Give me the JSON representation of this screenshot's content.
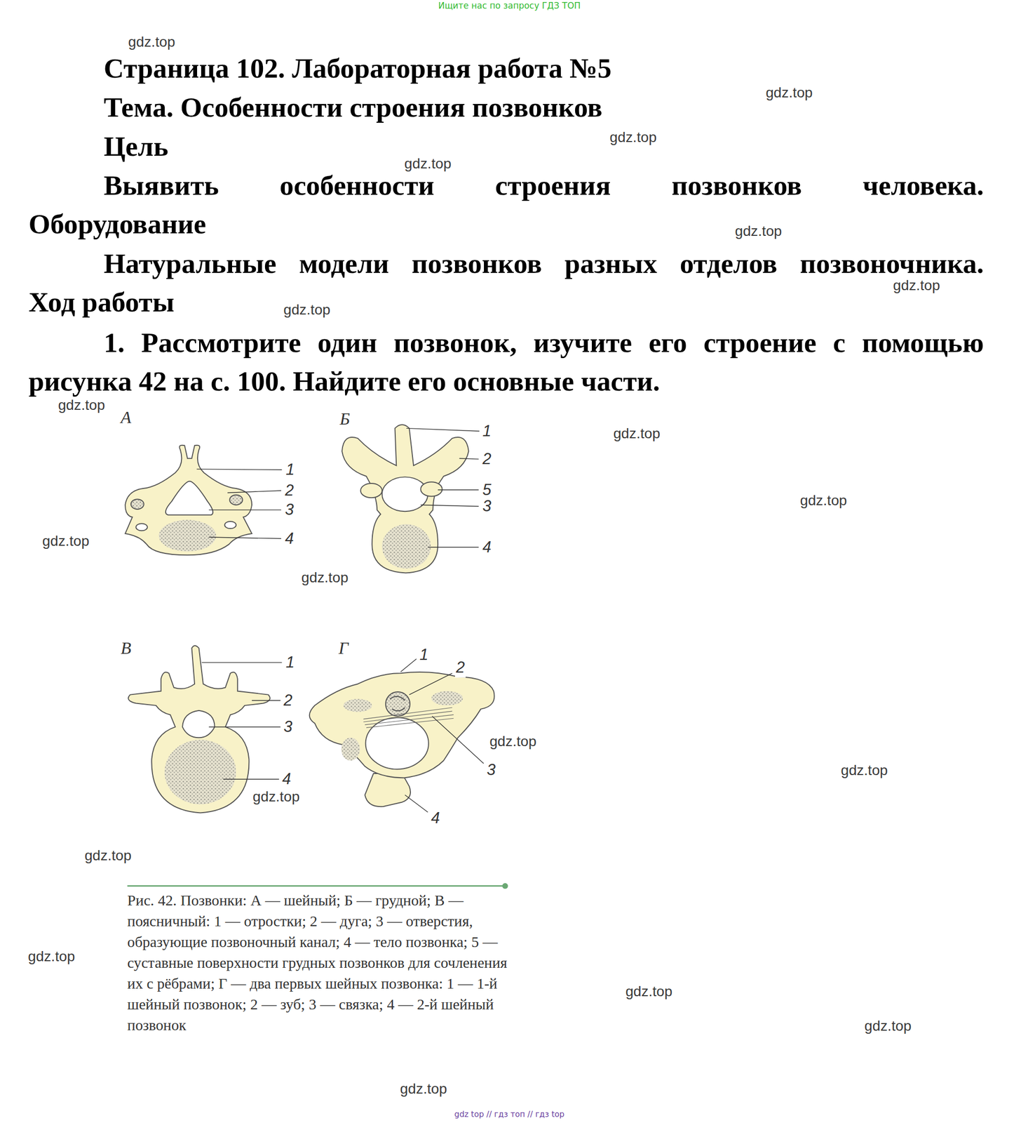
{
  "diagram": {
    "title": "Страница 102. Лабораторная работа №5",
    "caption": "Рис. 42. Позвонки: А — шейный; Б — грудной; В — поясничный: 1 — отростки; 2 — дуга; 3 — отверстия, образующие позвоночный канал; 4 — тело позвонка; 5 — суставные поверхности грудных позвонков для сочленения их с рёбрами; Г — два первых шейных позвонка: 1 — 1-й шейный позвонок; 2 — зуб; 3 — связка; 4 — 2-й шейный позвонок",
    "labels": [
      "Ищите нас по запросу ГДЗ ТОП",
      "gdz.top",
      "Тема. Особенности строения позвонков",
      "gdz.top",
      "Цель",
      "gdz.top",
      "gdz.top",
      "Выявить особенности строения позвонков человека.",
      "Оборудование",
      "gdz.top",
      "Натуральные модели позвонков разных отделов позвоночника.",
      "gdz.top",
      "Ход работы",
      "gdz.top",
      "1. Рассмотрите один позвонок, изучите его строение с помощью рисунка 42 на с. 100. Найдите его основные части.",
      "gdz.top",
      "А",
      "Б",
      "gdz.top",
      "1",
      "2",
      "3",
      "4",
      "1",
      "2",
      "5",
      "3",
      "4",
      "gdz.top",
      "gdz.top",
      "gdz.top",
      "В",
      "Г",
      "1",
      "2",
      "3",
      "4",
      "1",
      "2",
      "3",
      "4",
      "gdz.top",
      "gdz.top",
      "gdz.top",
      "gdz.top",
      "gdz.top",
      "gdz.top",
      "gdz.top",
      "gdz.top",
      "gdz top // гдз топ // гдз top"
    ]
  }
}
